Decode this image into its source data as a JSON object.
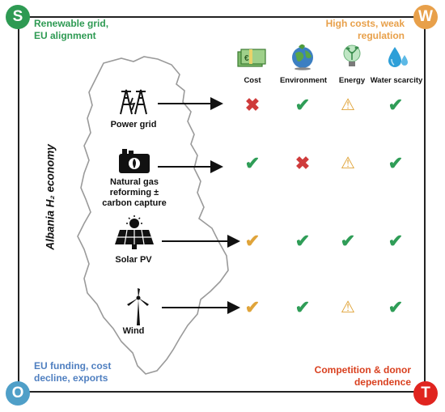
{
  "swot": {
    "s_letter": "S",
    "w_letter": "W",
    "o_letter": "O",
    "t_letter": "T",
    "s_color": "#2e9a53",
    "w_color": "#e8a04a",
    "o_color": "#4f9fc8",
    "t_color": "#e0241f"
  },
  "corners": {
    "strength": "Renewable grid, EU alignment",
    "weakness": "High costs, weak regulation",
    "opportunity": "EU funding, cost decline, exports",
    "threat": "Competition & donor dependence"
  },
  "side_title": "Albania H₂ economy",
  "columns": [
    "Cost",
    "Environment",
    "Energy",
    "Water scarcity"
  ],
  "technologies": [
    {
      "label": "Power grid",
      "icon": "power-pylon-icon",
      "ratings": [
        "bad",
        "good",
        "warning",
        "good"
      ]
    },
    {
      "label": "Natural gas reforming ± carbon capture",
      "icon": "gas-plant-icon",
      "ratings": [
        "good",
        "bad",
        "warning",
        "good"
      ]
    },
    {
      "label": "Solar PV",
      "icon": "solar-panel-icon",
      "ratings": [
        "partial",
        "good",
        "good",
        "good"
      ]
    },
    {
      "label": "Wind",
      "icon": "wind-turbine-icon",
      "ratings": [
        "partial",
        "good",
        "warning",
        "good"
      ]
    }
  ],
  "colors": {
    "good": "#2f9d57",
    "partial": "#e0a43a",
    "bad": "#cf3b3b",
    "warning": "#e0a43a",
    "strength_text": "#2e9a53",
    "weakness_text": "#e8a04a",
    "opportunity_text": "#4f7fc0",
    "threat_text": "#d9401f"
  },
  "column_icons": [
    "money-icon",
    "globe-icon",
    "lightbulb-icon",
    "water-drop-icon"
  ]
}
